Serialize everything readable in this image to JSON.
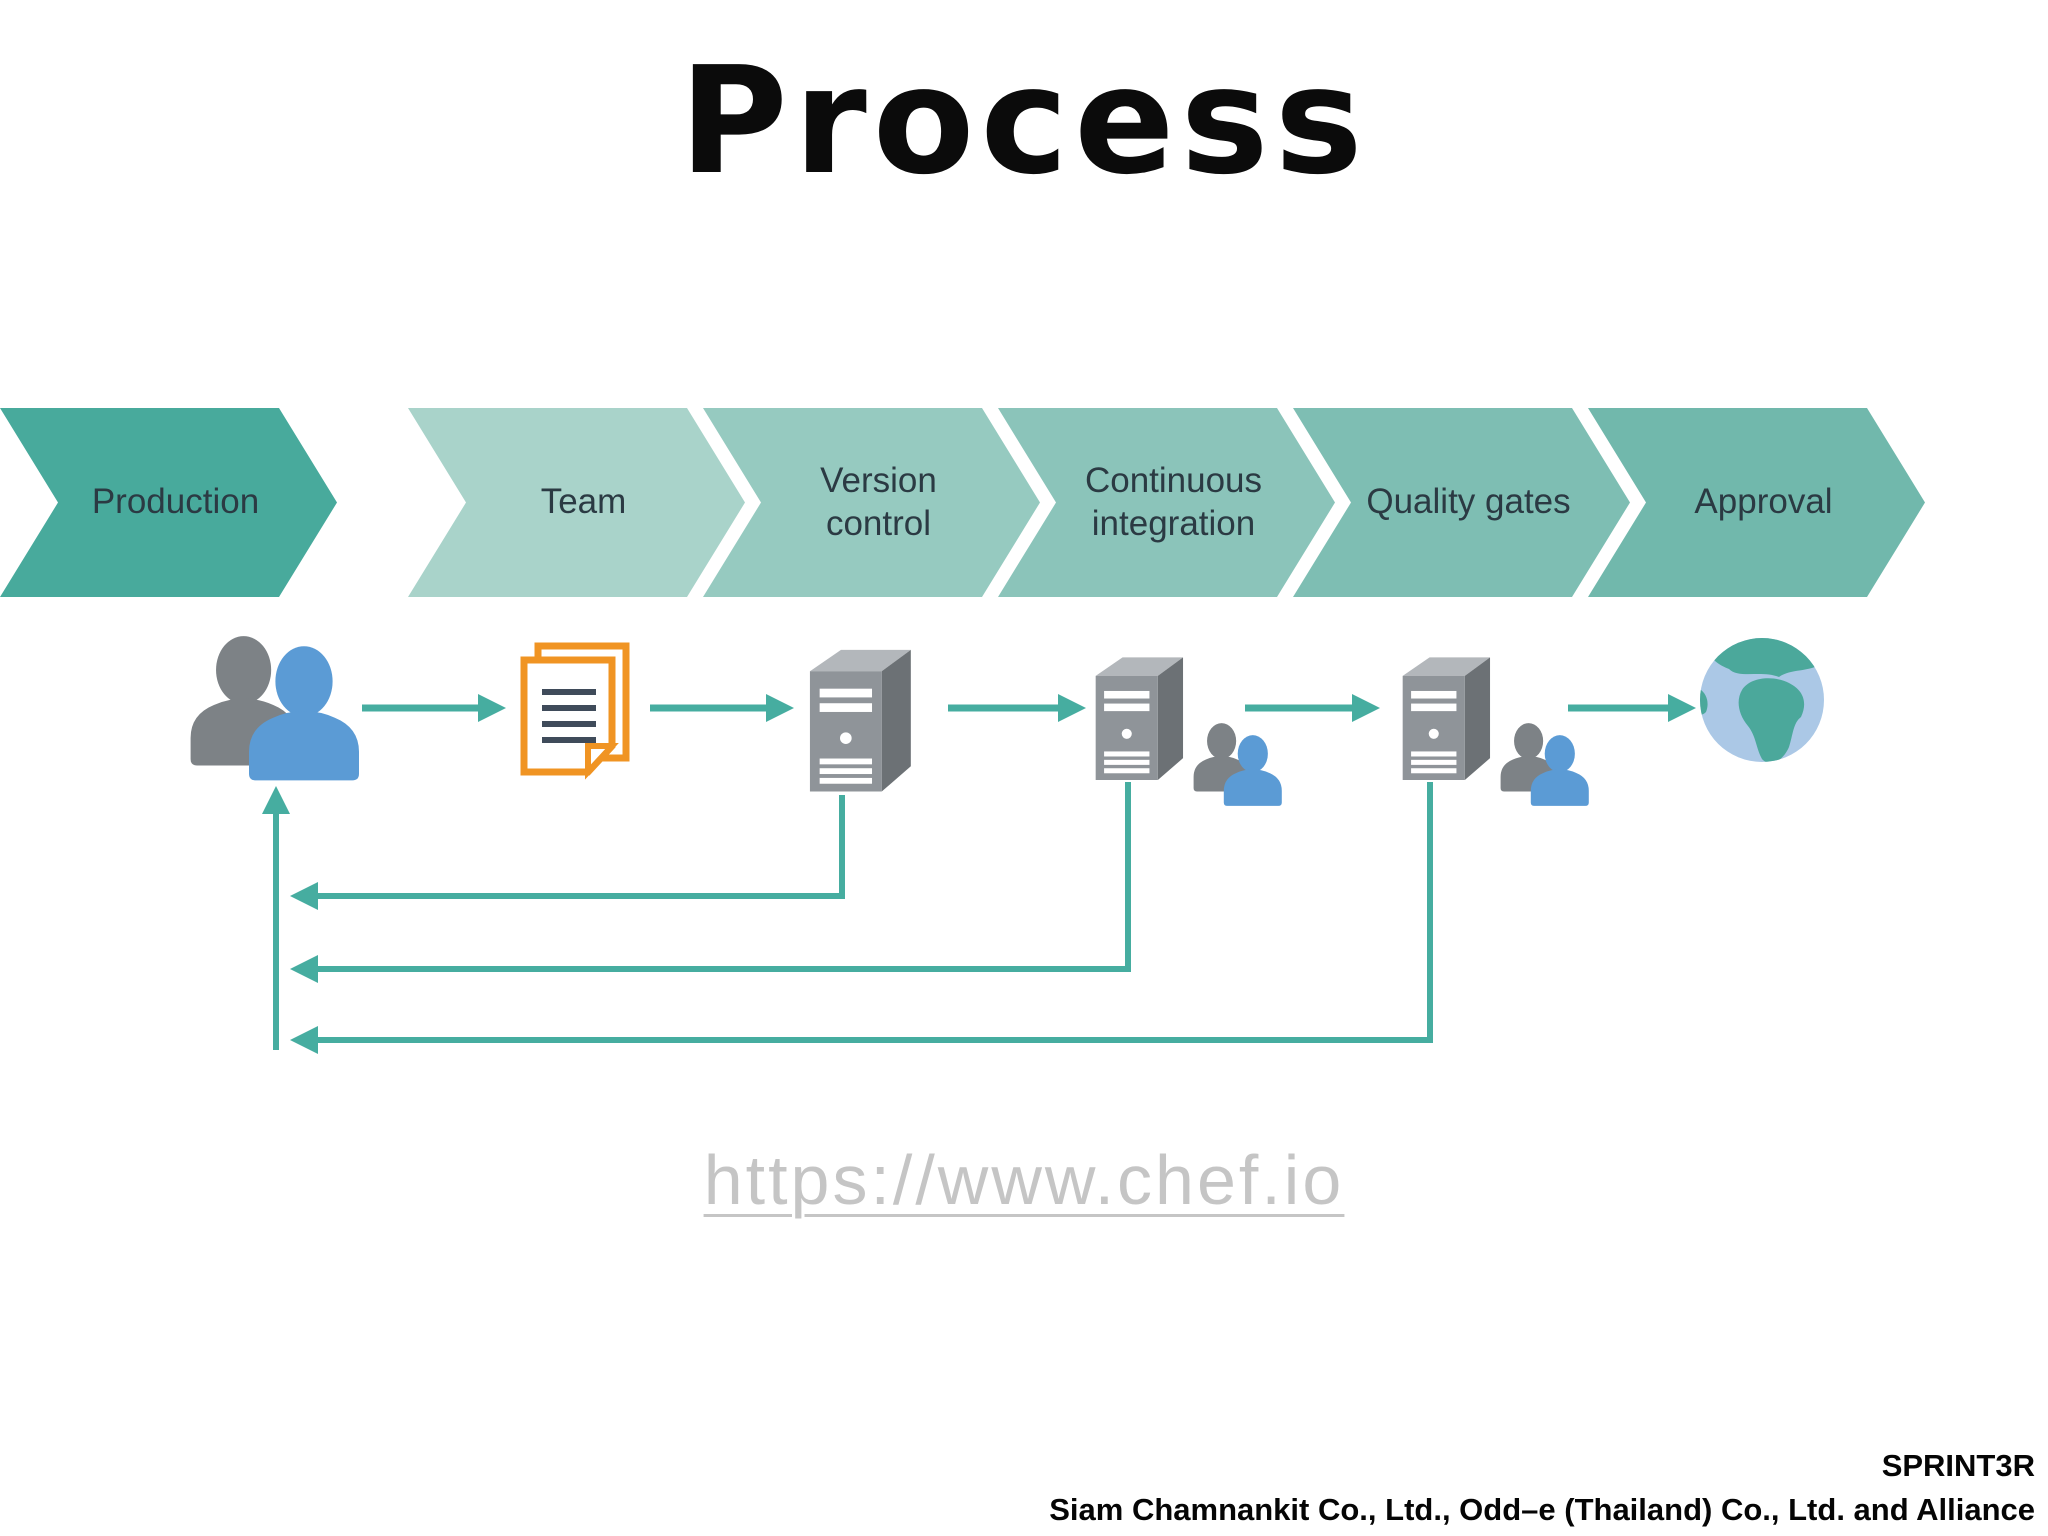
{
  "slide": {
    "title": "Process",
    "background_color": "#ffffff"
  },
  "process_steps": [
    {
      "label": "Team",
      "color": "#a9d3ca"
    },
    {
      "label": "Version control",
      "color": "#96cac0"
    },
    {
      "label": "Continuous integration",
      "color": "#8bc4ba"
    },
    {
      "label": "Quality gates",
      "color": "#7ebeb3"
    },
    {
      "label": "Approval",
      "color": "#71b8ac"
    },
    {
      "label": "Production",
      "color": "#48aa9c"
    }
  ],
  "flow": {
    "line_color": "#46ada0",
    "icons": [
      {
        "step": "Team",
        "icon": "team-people-icon"
      },
      {
        "step": "Version control",
        "icon": "document-icon"
      },
      {
        "step": "Continuous integration",
        "icon": "server-icon"
      },
      {
        "step": "Quality gates",
        "icon": "server-with-people-icon"
      },
      {
        "step": "Approval",
        "icon": "server-with-people-icon"
      },
      {
        "step": "Production",
        "icon": "globe-icon"
      }
    ],
    "feedback_loops_to_team": 3,
    "people_colors": {
      "back": "#7d8286",
      "front": "#5b9bd5"
    },
    "document_color": "#f09423",
    "document_line_color": "#3f4b5a",
    "server_colors": {
      "front": "#8f9499",
      "side": "#6c7175",
      "top": "#b3b7bb"
    },
    "globe_colors": {
      "ocean": "#abc8e6",
      "land": "#4ba89b"
    }
  },
  "link": {
    "text": "https://www.chef.io"
  },
  "footer": {
    "brand": "SPRINT3R",
    "credits": "Siam Chamnankit Co., Ltd., Odd–e (Thailand) Co., Ltd. and Alliance"
  }
}
